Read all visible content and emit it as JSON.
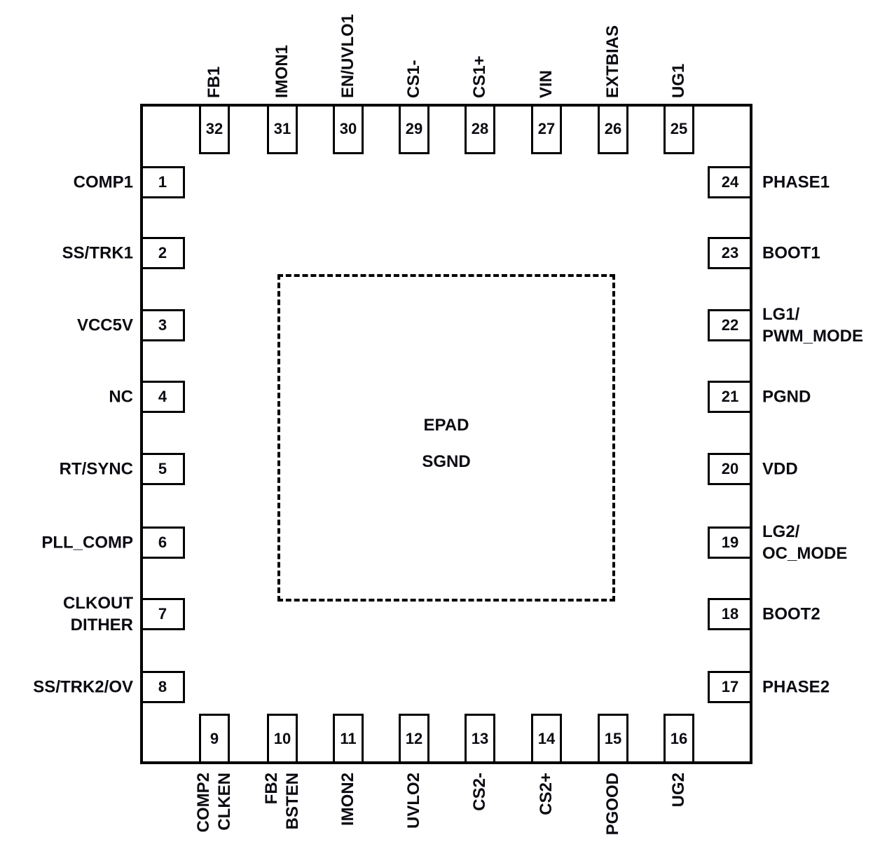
{
  "diagram_type": "ic-pinout",
  "package": {
    "epad_line1": "EPAD",
    "epad_line2": "SGND"
  },
  "colors": {
    "line": "#000000",
    "text": "#0b0b12",
    "background": "#ffffff"
  },
  "pins": {
    "top": [
      {
        "num": "32",
        "label": "FB1"
      },
      {
        "num": "31",
        "label": "IMON1"
      },
      {
        "num": "30",
        "label": "EN/UVLO1"
      },
      {
        "num": "29",
        "label": "CS1-"
      },
      {
        "num": "28",
        "label": "CS1+"
      },
      {
        "num": "27",
        "label": "VIN"
      },
      {
        "num": "26",
        "label": "EXTBIAS"
      },
      {
        "num": "25",
        "label": "UG1"
      }
    ],
    "left": [
      {
        "num": "1",
        "label": "COMP1"
      },
      {
        "num": "2",
        "label": "SS/TRK1"
      },
      {
        "num": "3",
        "label": "VCC5V"
      },
      {
        "num": "4",
        "label": "NC"
      },
      {
        "num": "5",
        "label": "RT/SYNC"
      },
      {
        "num": "6",
        "label": "PLL_COMP"
      },
      {
        "num": "7",
        "label": "CLKOUT\nDITHER"
      },
      {
        "num": "8",
        "label": "SS/TRK2/OV"
      }
    ],
    "right": [
      {
        "num": "24",
        "label": "PHASE1"
      },
      {
        "num": "23",
        "label": "BOOT1"
      },
      {
        "num": "22",
        "label": "LG1/\nPWM_MODE"
      },
      {
        "num": "21",
        "label": "PGND"
      },
      {
        "num": "20",
        "label": "VDD"
      },
      {
        "num": "19",
        "label": "LG2/\nOC_MODE"
      },
      {
        "num": "18",
        "label": "BOOT2"
      },
      {
        "num": "17",
        "label": "PHASE2"
      }
    ],
    "bottom": [
      {
        "num": "9",
        "label": "COMP2\nCLKEN"
      },
      {
        "num": "10",
        "label": "FB2\nBSTEN"
      },
      {
        "num": "11",
        "label": "IMON2"
      },
      {
        "num": "12",
        "label": "UVLO2"
      },
      {
        "num": "13",
        "label": "CS2-"
      },
      {
        "num": "14",
        "label": "CS2+"
      },
      {
        "num": "15",
        "label": "PGOOD"
      },
      {
        "num": "16",
        "label": "UG2"
      }
    ]
  }
}
